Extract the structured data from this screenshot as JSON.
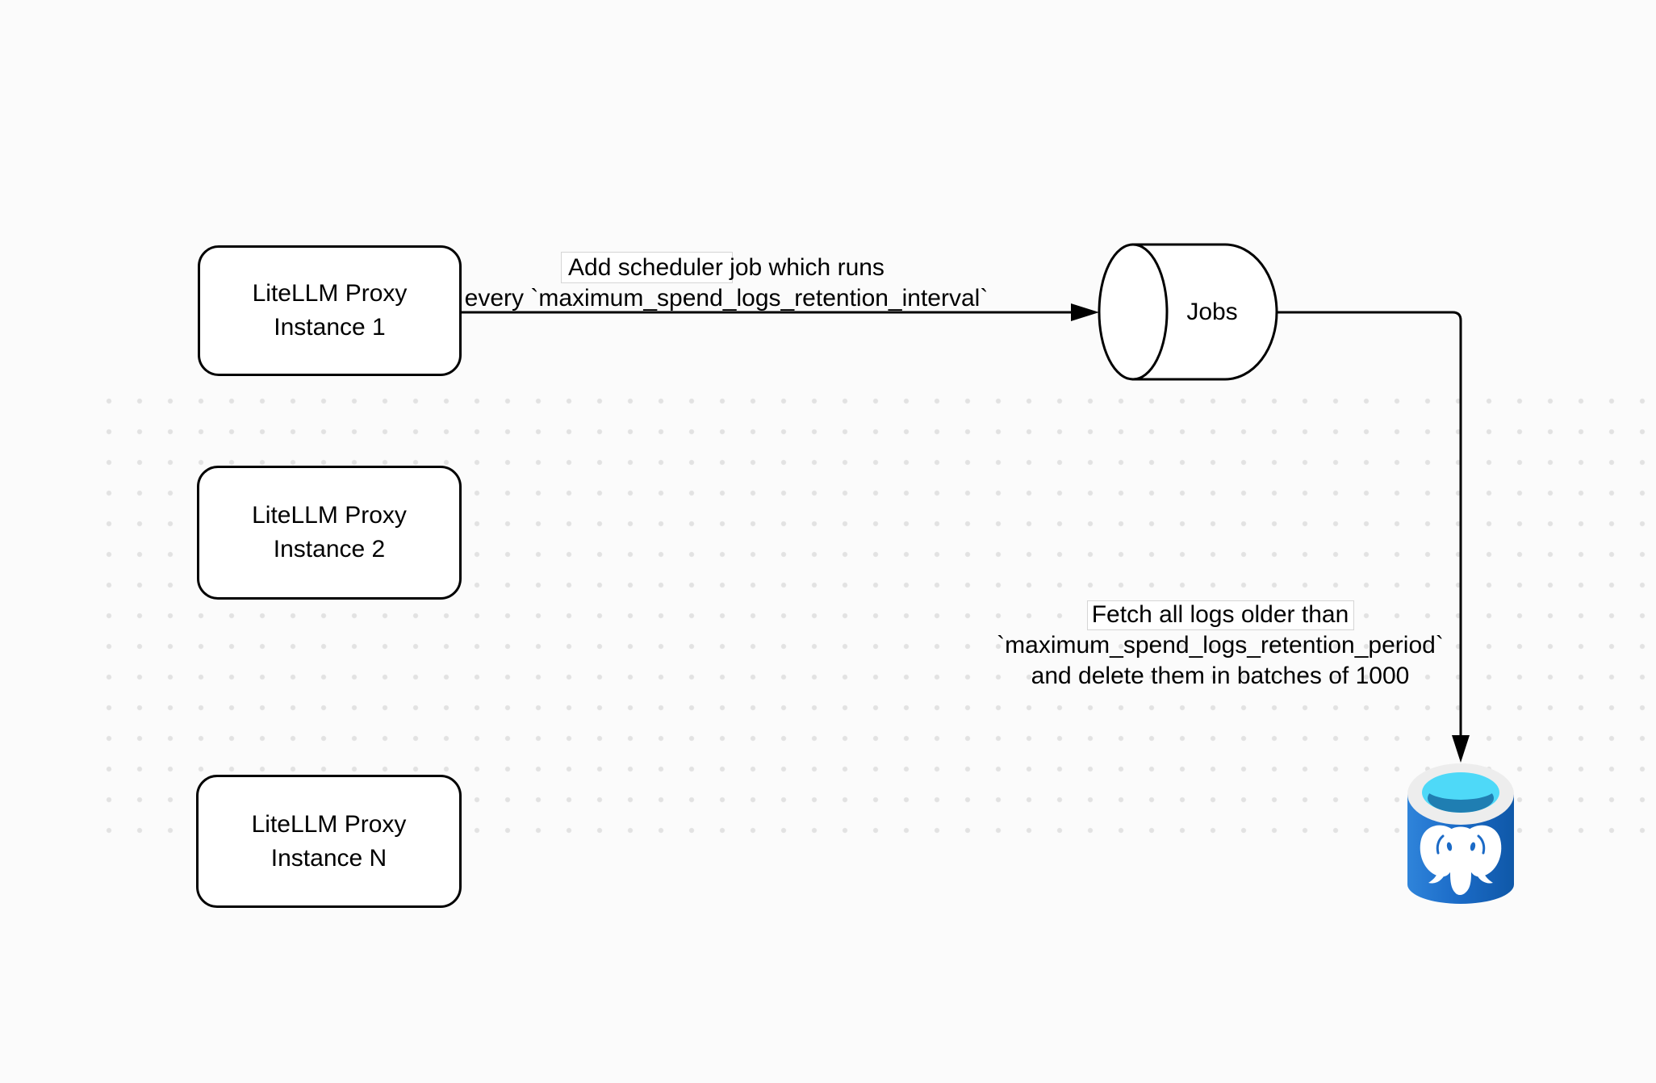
{
  "diagram": {
    "nodes": {
      "instance1": {
        "line1": "LiteLLM Proxy",
        "line2": "Instance 1"
      },
      "instance2": {
        "line1": "LiteLLM Proxy",
        "line2": "Instance 2"
      },
      "instanceN": {
        "line1": "LiteLLM Proxy",
        "line2": "Instance N"
      },
      "jobs": {
        "label": "Jobs",
        "shape": "horizontal-cylinder"
      },
      "database": {
        "icon": "postgresql-icon"
      }
    },
    "edges": [
      {
        "from": "instance1",
        "to": "jobs",
        "label_line1": "Add scheduler job which runs",
        "label_line2": "every `maximum_spend_logs_retention_interval`"
      },
      {
        "from": "jobs",
        "to": "database",
        "label_line1": "Fetch all logs older than",
        "label_line2": "`maximum_spend_logs_retention_period`",
        "label_line3": "and delete them in batches of 1000"
      }
    ],
    "colors": {
      "background": "#fbfbfb",
      "grid_dot": "#e2e2e2",
      "shape_stroke": "#000000",
      "shape_fill": "#ffffff",
      "label_box_border": "#d5d5d5",
      "db_body_blue": "#1c6cc8",
      "db_body_light": "#2f84da",
      "db_body_dark": "#0f58a8",
      "db_rim": "#ededed",
      "db_opening_cyan": "#4ed9f8",
      "db_opening_teal": "#1f7eb2"
    }
  }
}
